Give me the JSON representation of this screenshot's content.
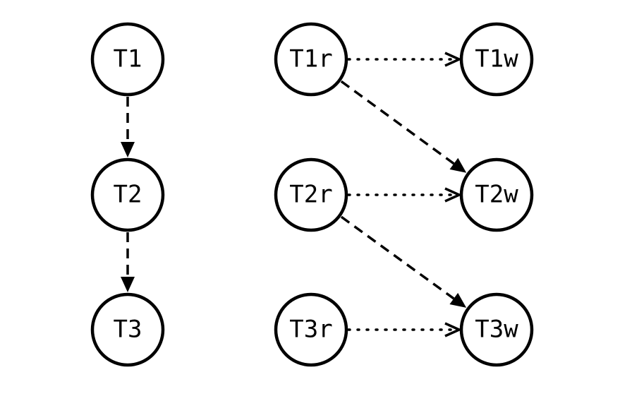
{
  "colors": {
    "stroke": "#000000",
    "fill": "#ffffff",
    "background": "#ffffff"
  },
  "nodes": [
    {
      "id": "T1",
      "label": "T1"
    },
    {
      "id": "T2",
      "label": "T2"
    },
    {
      "id": "T3",
      "label": "T3"
    },
    {
      "id": "T1r",
      "label": "T1r"
    },
    {
      "id": "T2r",
      "label": "T2r"
    },
    {
      "id": "T3r",
      "label": "T3r"
    },
    {
      "id": "T1w",
      "label": "T1w"
    },
    {
      "id": "T2w",
      "label": "T2w"
    },
    {
      "id": "T3w",
      "label": "T3w"
    }
  ],
  "edges": [
    {
      "from": "T1",
      "to": "T2",
      "style": "dashed"
    },
    {
      "from": "T2",
      "to": "T3",
      "style": "dashed"
    },
    {
      "from": "T1r",
      "to": "T1w",
      "style": "dotted"
    },
    {
      "from": "T2r",
      "to": "T2w",
      "style": "dotted"
    },
    {
      "from": "T3r",
      "to": "T3w",
      "style": "dotted"
    },
    {
      "from": "T1r",
      "to": "T2w",
      "style": "dashed"
    },
    {
      "from": "T2r",
      "to": "T3w",
      "style": "dashed"
    }
  ]
}
